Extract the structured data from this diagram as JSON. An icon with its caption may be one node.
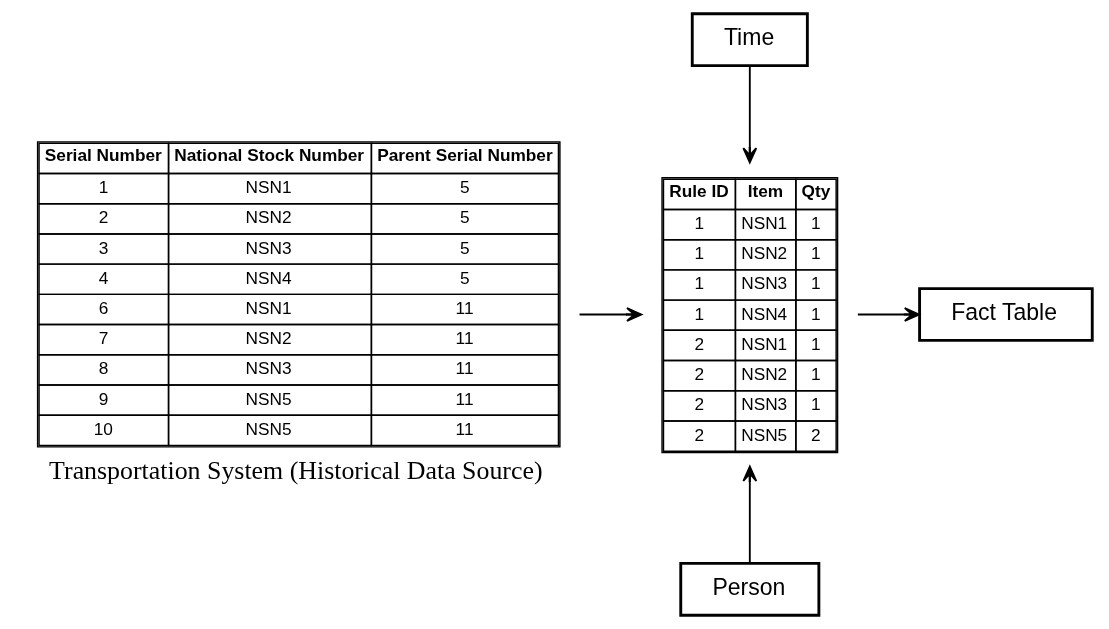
{
  "diagram": {
    "nodes": [
      {
        "text": [
          "Time"
        ]
      },
      {
        "text": [
          "Serial Number",
          "National Stock Number",
          "Parent Serial Number",
          "1",
          "NSN1",
          "5",
          "2",
          "NSN2",
          "5",
          "3",
          "NSN3",
          "5",
          "4",
          "NSN4",
          "5",
          "6",
          "NSN1",
          "11",
          "7",
          "NSN2",
          "11",
          "8",
          "NSN3",
          "11",
          "9",
          "NSN5",
          "11",
          "10",
          "NSN5",
          "11"
        ],
        "beside": [
          "Transportation System (Historical Data Source)"
        ]
      },
      {
        "text": [
          "Rule ID",
          "Item",
          "Qty",
          "1",
          "NSN1",
          "1",
          "1",
          "NSN2",
          "1",
          "1",
          "NSN3",
          "1",
          "1",
          "NSN4",
          "1",
          "2",
          "NSN1",
          "1",
          "2",
          "NSN2",
          "1",
          "2",
          "NSN3",
          "1",
          "2",
          "NSN5",
          "2"
        ]
      },
      {
        "text": [
          "Fact Table"
        ]
      },
      {
        "text": [
          "Person"
        ]
      }
    ],
    "edges": [
      {
        "from": 0,
        "to": 2,
        "arrow": "to"
      },
      {
        "from": 1,
        "to": 2,
        "arrow": "to"
      },
      {
        "from": 2,
        "to": 3,
        "arrow": "to"
      },
      {
        "from": 4,
        "to": 2,
        "arrow": "to"
      }
    ]
  }
}
